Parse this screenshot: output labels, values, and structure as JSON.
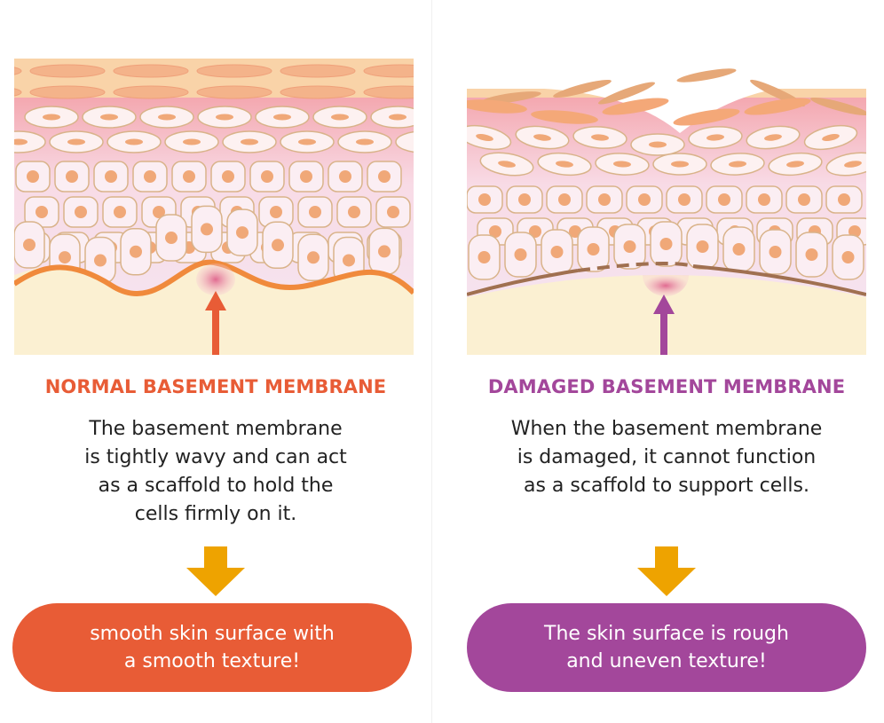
{
  "left": {
    "title": "NORMAL BASEMENT MEMBRANE",
    "body": [
      "The basement membrane",
      "is tightly wavy and can act",
      "as a scaffold to hold the",
      "cells firmly on it."
    ],
    "result": [
      "smooth skin surface with",
      "a smooth texture!"
    ],
    "color": "#e85c36"
  },
  "right": {
    "title": "DAMAGED BASEMENT MEMBRANE",
    "body": [
      "When the basement membrane",
      "is damaged, it cannot function",
      "as a scaffold to support cells."
    ],
    "result": [
      "The skin surface is rough",
      "and uneven texture!"
    ],
    "color": "#a3479b"
  },
  "colors": {
    "down_arrow": "#eea300",
    "dermis": "#fbf0d2",
    "cell_outline": "#d9b38a",
    "nucleus": "#f0a878"
  }
}
